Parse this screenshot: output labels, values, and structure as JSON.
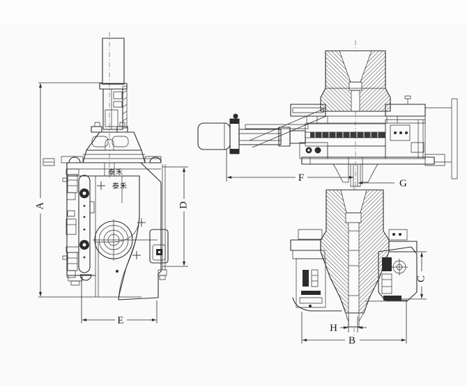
{
  "drawing": {
    "colors": {
      "background": "#fbfbfb",
      "ink": "#2b2b2b"
    },
    "front_view": {
      "logo_line1": "泰禾",
      "logo_line2": "泰禾",
      "dim_a": "A",
      "dim_d": "D",
      "dim_e": "E"
    },
    "side_section_view": {
      "dim_f": "F",
      "dim_g": "G"
    },
    "bottom_section_view": {
      "dim_b": "B",
      "dim_c": "C",
      "dim_h": "H"
    }
  }
}
